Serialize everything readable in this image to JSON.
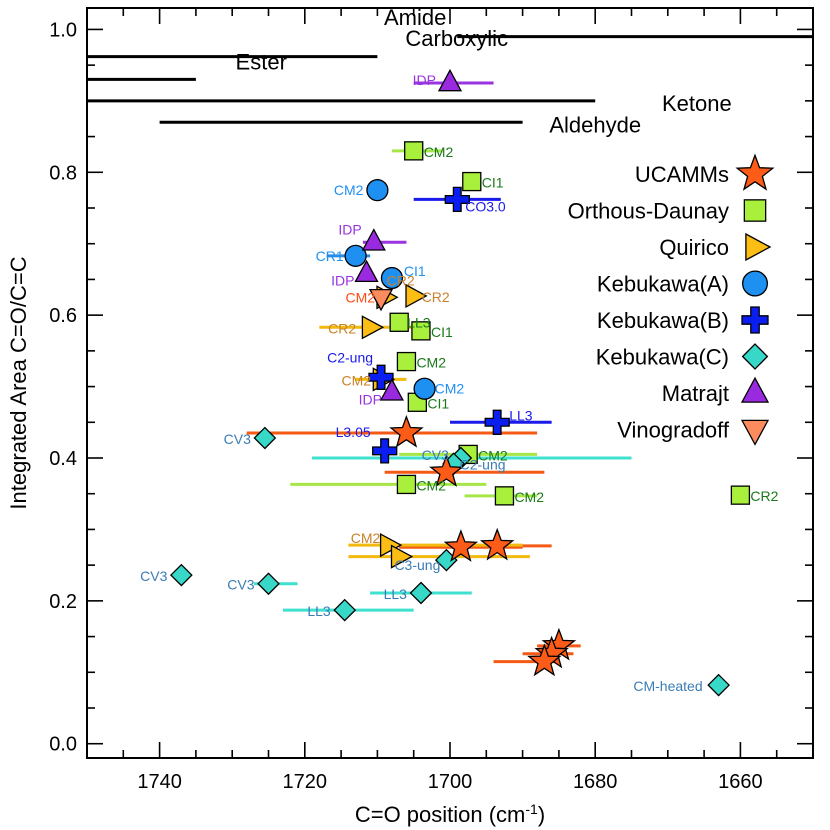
{
  "chart_data": {
    "type": "scatter",
    "xlabel": "C=O position (cm",
    "xlabel_sup": "-1",
    "xlabel_close": ")",
    "ylabel": "Integrated Area C=O/C=C",
    "xlim": [
      1750,
      1650
    ],
    "ylim": [
      -0.02,
      1.03
    ],
    "x_ticks": [
      1740,
      1720,
      1700,
      1680,
      1660
    ],
    "x_tick_labels": [
      "1740",
      "1720",
      "1700",
      "1680",
      "1660"
    ],
    "y_ticks": [
      0.0,
      0.2,
      0.4,
      0.6,
      0.8,
      1.0
    ],
    "y_tick_labels": [
      "0.0",
      "0.2",
      "0.4",
      "0.6",
      "0.8",
      "1.0"
    ],
    "reference_ranges": [
      {
        "label": "Amide",
        "y": 0.99,
        "x_range": [
          1699,
          1650
        ],
        "label_x": 1700.5,
        "label_y": 1.006,
        "anchor": "end"
      },
      {
        "label": "Carboxylic",
        "y": 0.962,
        "x_range": [
          1750,
          1710
        ],
        "label_x": 1692,
        "label_y": 0.977,
        "anchor": "end"
      },
      {
        "label": "Ester",
        "y": 0.93,
        "x_range": [
          1750,
          1735
        ],
        "label_x": 1726,
        "label_y": 0.944,
        "anchor": "middle"
      },
      {
        "label": "Ketone",
        "y": 0.9,
        "x_range": [
          1750,
          1680
        ],
        "label_x": 1666,
        "label_y": 0.886,
        "anchor": "middle"
      },
      {
        "label": "Aldehyde",
        "y": 0.87,
        "x_range": [
          1740,
          1690
        ],
        "label_x": 1680,
        "label_y": 0.856,
        "anchor": "middle"
      }
    ],
    "legend_position": "right",
    "series": [
      {
        "name": "UCAMMs",
        "marker": "star",
        "color": "#fc5b18",
        "err_color": "#f55a14",
        "points": [
          {
            "x": 1706,
            "y": 0.435,
            "xerr": [
              1728,
              1688
            ]
          },
          {
            "x": 1700.5,
            "y": 0.38,
            "xerr": [
              1709,
              1687
            ]
          },
          {
            "x": 1698.5,
            "y": 0.275,
            "xerr": [
              1707,
              1690
            ]
          },
          {
            "x": 1693.5,
            "y": 0.277,
            "xerr": [
              1701,
              1686
            ]
          },
          {
            "x": 1685,
            "y": 0.137,
            "xerr": [
              1688,
              1682
            ]
          },
          {
            "x": 1686,
            "y": 0.126,
            "xerr": [
              1690,
              1683
            ]
          },
          {
            "x": 1687,
            "y": 0.115,
            "xerr": [
              1694,
              1685
            ]
          }
        ]
      },
      {
        "name": "Orthous-Daunay",
        "marker": "square",
        "color": "#a8f03c",
        "err_color": "#a6e646",
        "points": [
          {
            "x": 1705,
            "y": 0.83,
            "label": "CM2",
            "label_color": "#1a7a1a",
            "xerr": [
              1708,
              1701
            ]
          },
          {
            "x": 1697,
            "y": 0.787,
            "label": "CI1",
            "label_color": "#1a7a1a"
          },
          {
            "x": 1707,
            "y": 0.59,
            "label": "LL3",
            "label_color": "#1a7a1a"
          },
          {
            "x": 1704,
            "y": 0.578,
            "label": "CI1",
            "label_color": "#1a7a1a"
          },
          {
            "x": 1706,
            "y": 0.535,
            "label": "CM2",
            "label_color": "#1a7a1a"
          },
          {
            "x": 1704.5,
            "y": 0.478,
            "label": "CI1",
            "label_color": "#1a7a1a"
          },
          {
            "x": 1697.5,
            "y": 0.405,
            "label": "CM2",
            "label_color": "#1a7a1a",
            "xerr": [
              1707,
              1688
            ]
          },
          {
            "x": 1706,
            "y": 0.363,
            "label": "CM2",
            "label_color": "#1a7a1a",
            "xerr": [
              1722,
              1695
            ]
          },
          {
            "x": 1692.5,
            "y": 0.347,
            "label": "CM2",
            "label_color": "#1a7a1a",
            "xerr": [
              1698,
              1688
            ]
          },
          {
            "x": 1660,
            "y": 0.348,
            "label": "CR2",
            "label_color": "#1a7a1a"
          }
        ]
      },
      {
        "name": "Quirico",
        "marker": "tri-right",
        "color": "#fcbe14",
        "err_color": "#f2b90f",
        "points": [
          {
            "x": 1709,
            "y": 0.625,
            "label": "CR2",
            "label_color": "#c8822a"
          },
          {
            "x": 1705,
            "y": 0.627,
            "label": "CR2",
            "label_color": "#c8822a"
          },
          {
            "x": 1711,
            "y": 0.583,
            "label": "CR2",
            "label_color": "#c8822a",
            "xerr": [
              1718,
              1703
            ]
          },
          {
            "x": 1709.5,
            "y": 0.51,
            "label": "CM2",
            "label_color": "#c8822a",
            "xerr": [
              1713,
              1706
            ]
          },
          {
            "x": 1708.5,
            "y": 0.278,
            "label": "CM2",
            "label_color": "#c8822a",
            "xerr": [
              1714,
              1690
            ]
          },
          {
            "x": 1707,
            "y": 0.262,
            "xerr": [
              1714,
              1689
            ]
          }
        ]
      },
      {
        "name": "Kebukawa(A)",
        "marker": "circle",
        "color": "#1e90f2",
        "err_color": "#2a8be8",
        "points": [
          {
            "x": 1710,
            "y": 0.775,
            "label": "CM2",
            "label_color": "#1e90f2"
          },
          {
            "x": 1713,
            "y": 0.683,
            "label": "CR1",
            "label_color": "#1e90f2",
            "xerr": [
              1717,
              1711
            ]
          },
          {
            "x": 1708,
            "y": 0.652,
            "label": "CI1",
            "label_color": "#1e90f2"
          },
          {
            "x": 1703.5,
            "y": 0.497,
            "label": "CM2",
            "label_color": "#1e90f2"
          }
        ]
      },
      {
        "name": "Kebukawa(B)",
        "marker": "plus",
        "color": "#0a1ef0",
        "err_color": "#1a1aeb",
        "points": [
          {
            "x": 1699,
            "y": 0.762,
            "label": "CO3.0",
            "label_color": "#1a1aeb",
            "xerr": [
              1705,
              1693
            ]
          },
          {
            "x": 1709.5,
            "y": 0.513,
            "label": "C2-ung",
            "label_color": "#1a1aeb"
          },
          {
            "x": 1693.5,
            "y": 0.45,
            "label": "LL3",
            "label_color": "#1a1aeb",
            "xerr": [
              1700,
              1686
            ]
          },
          {
            "x": 1709,
            "y": 0.41,
            "label": "L3.05",
            "label_color": "#1a1aeb"
          }
        ]
      },
      {
        "name": "Kebukawa(C)",
        "marker": "diamond",
        "color": "#38d8c8",
        "err_color": "#3ee0d0",
        "points": [
          {
            "x": 1725.5,
            "y": 0.428,
            "label": "CV3",
            "label_color": "#3b7cb5"
          },
          {
            "x": 1698.5,
            "y": 0.4,
            "label": "CV3",
            "label_color": "#3b7cb5",
            "xerr": [
              1719,
              1675
            ]
          },
          {
            "x": 1699.5,
            "y": 0.392,
            "label": "C2-ung",
            "label_color": "#3b7cb5"
          },
          {
            "x": 1737,
            "y": 0.236,
            "label": "CV3",
            "label_color": "#3b7cb5"
          },
          {
            "x": 1700.5,
            "y": 0.257,
            "label": "C3-ung",
            "label_color": "#3b7cb5"
          },
          {
            "x": 1725,
            "y": 0.224,
            "label": "CV3",
            "label_color": "#3b7cb5",
            "xerr": [
              1727,
              1721
            ]
          },
          {
            "x": 1704,
            "y": 0.211,
            "label": "LL3",
            "label_color": "#3b7cb5",
            "xerr": [
              1711,
              1697
            ]
          },
          {
            "x": 1714.5,
            "y": 0.187,
            "label": "LL3",
            "label_color": "#3b7cb5",
            "xerr": [
              1723,
              1705
            ]
          },
          {
            "x": 1663,
            "y": 0.082,
            "label": "CM-heated",
            "label_color": "#3b7cb5"
          }
        ]
      },
      {
        "name": "Matrajt",
        "marker": "tri-up",
        "color": "#9a2ae0",
        "err_color": "#9a33e0",
        "points": [
          {
            "x": 1700,
            "y": 0.925,
            "label": "IDP",
            "label_color": "#9a33e0",
            "xerr": [
              1705,
              1694
            ]
          },
          {
            "x": 1710.5,
            "y": 0.702,
            "label": "IDP",
            "label_color": "#9a33e0",
            "xerr": [
              1712,
              1706
            ]
          },
          {
            "x": 1711.5,
            "y": 0.658,
            "label": "IDP",
            "label_color": "#9a33e0"
          },
          {
            "x": 1708,
            "y": 0.492,
            "label": "IDP",
            "label_color": "#9a33e0"
          }
        ]
      },
      {
        "name": "Vinogradoff",
        "marker": "tri-down",
        "color": "#fc8c5e",
        "err_color": "#fc8c5e",
        "points": [
          {
            "x": 1709.5,
            "y": 0.625,
            "label": "CM2",
            "label_color": "#fc4a12"
          }
        ]
      }
    ]
  }
}
